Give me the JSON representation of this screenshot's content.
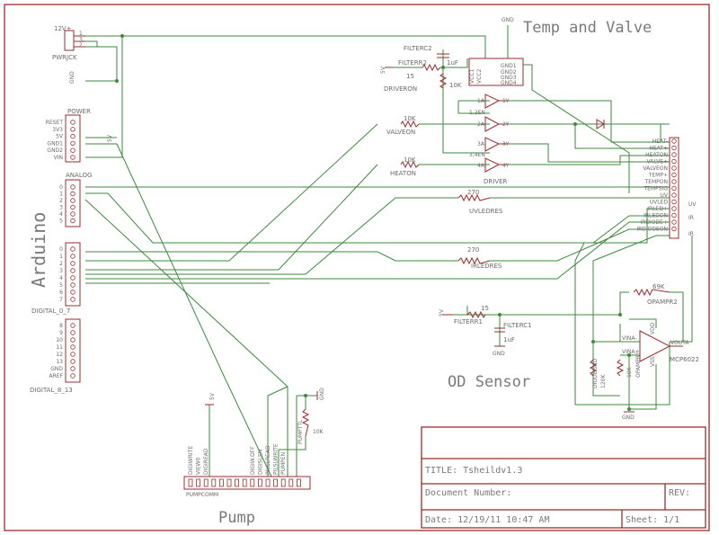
{
  "sections": {
    "temp_valve": "Temp and Valve",
    "arduino": "Arduino",
    "od_sensor": "OD Sensor",
    "pump": "Pump"
  },
  "title_block": {
    "title": "TITLE:  Tsheildv1.3",
    "document_number": "Document Number:",
    "rev": "REV:",
    "date": "Date: 12/19/11 10:47 AM",
    "sheet": "Sheet: 1/1"
  },
  "power_jack": {
    "v": "12V+",
    "pins": [
      "1",
      "3",
      "2"
    ],
    "name": "PWRJCK",
    "gnd": "GND"
  },
  "power_header": {
    "title": "POWER",
    "pins": [
      "RESET",
      "3V3",
      "5V",
      "GND1",
      "GND2",
      "VIN"
    ],
    "net": "5V"
  },
  "analog_header": {
    "title": "ANALOG",
    "pins": [
      "0",
      "1",
      "2",
      "3",
      "4",
      "5"
    ]
  },
  "digital_0_7": {
    "pins": [
      "0",
      "1",
      "2",
      "3",
      "4",
      "5",
      "6",
      "7"
    ],
    "name": "DIGITAL_0_7"
  },
  "digital_8_13": {
    "pins": [
      "8",
      "9",
      "10",
      "11",
      "12",
      "13",
      "GND",
      "AREF"
    ],
    "name": "DIGITAL_8_13"
  },
  "driver": {
    "name": "DRIVER",
    "vcc": [
      "VCC1",
      "VCC2"
    ],
    "gnd": [
      "GND1",
      "GND2",
      "GND3",
      "GND4"
    ],
    "left_pins": [
      "1A",
      "1,2EN",
      "2A",
      "3A",
      "3,4EN",
      "4A"
    ],
    "right_pins": [
      "1Y",
      "2Y",
      "3Y",
      "4Y"
    ],
    "filter": {
      "label": "FILTERR2",
      "value": "15"
    },
    "cap": {
      "label": "FILTERC2",
      "value": "1uF"
    },
    "pull": "10K",
    "net_5v": "5V",
    "driveron": "DRIVERON"
  },
  "resistors": {
    "valveon": {
      "value": "10K",
      "name": "VALVEON"
    },
    "heaton": {
      "value": "10K",
      "name": "HEATON"
    },
    "uvleds": {
      "value": "270",
      "name": "UVLEDRES"
    },
    "irleds": {
      "value": "270",
      "name": "IRLEDRES"
    }
  },
  "connector": {
    "labels": [
      "HEAT-",
      "HEAT+",
      "HEATON",
      "VALVE+",
      "VALVEON",
      "TEMP+",
      "TEMPON",
      "TEMPSIG",
      "UV",
      "UVLED",
      "IRLED+",
      "IRLEDON",
      "IRDIODE+",
      "IRDIODEON"
    ],
    "diode_tags": [
      "UV",
      "IR",
      "IR"
    ]
  },
  "od": {
    "opamp": "MCP6022",
    "vout": "VOUTA",
    "vinm": "VINA-",
    "vinp": "VINA+",
    "vdd": "VDD",
    "vss": "VSS",
    "feedback": {
      "value": "69K",
      "name": "OPAMPR2"
    },
    "r1": {
      "value": "10K",
      "name": "OPAMPR1"
    },
    "diode_res": {
      "value": "120K",
      "name": "DIODEGND"
    },
    "filter_r": {
      "value": "15",
      "name": "FILTERR1"
    },
    "filter_c": {
      "name": "FILTERC1",
      "value": "1uF"
    },
    "net_5v": "5V",
    "gnd": "GND"
  },
  "pump": {
    "name": "PUMPCOMM",
    "net_5v": "5V",
    "gnd": "GND",
    "pins": [
      "DIGIWRITE",
      "VIEW0",
      "DIGIREAD",
      "",
      "",
      "",
      "",
      "",
      "DIGIW.OFF",
      "DIGISLEN",
      "PILSLREAD",
      "PILSLWRITE",
      "PUMPEN",
      "",
      ""
    ],
    "pull": {
      "value": "10K",
      "name": "PUMPTTL"
    }
  }
}
